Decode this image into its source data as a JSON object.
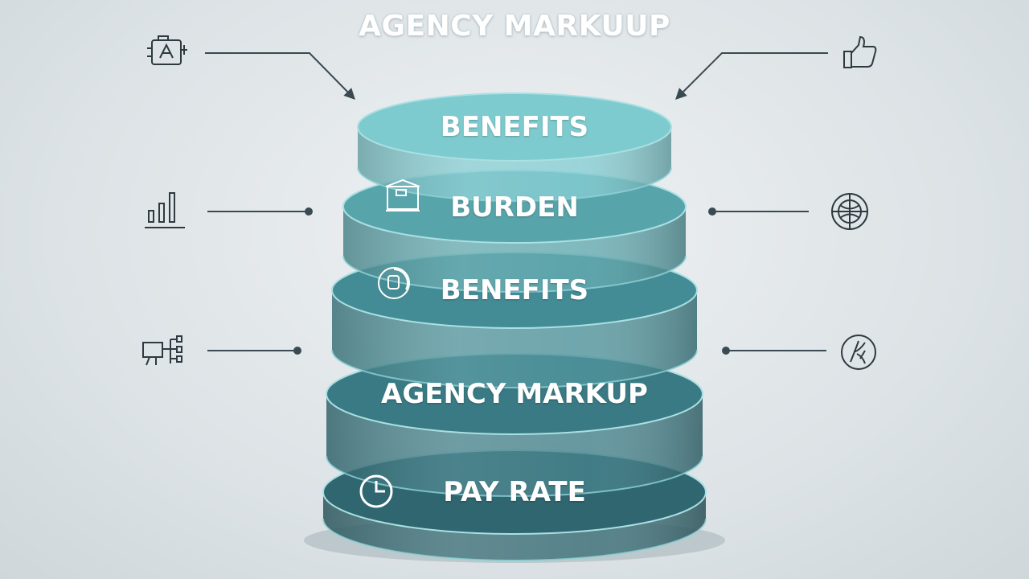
{
  "diagram": {
    "title": "AGENCY MARKUUP",
    "tiers": [
      {
        "label": "BENEFITS",
        "icon": "",
        "color": "#7ecbcf"
      },
      {
        "label": "BURDEN",
        "icon": "building-icon",
        "color": "#58a4ab"
      },
      {
        "label": "BENEFITS",
        "icon": "dial-icon",
        "color": "#448c95"
      },
      {
        "label": "AGENCY MARKUP",
        "icon": "",
        "color": "#3a7a84"
      },
      {
        "label": "PAY RATE",
        "icon": "clock-icon",
        "color": "#2f6670"
      }
    ],
    "side_icons": {
      "left": [
        "engine-icon",
        "bar-chart-icon",
        "monitor-network-icon"
      ],
      "right": [
        "thumbs-up-icon",
        "globe-icon",
        "signature-icon"
      ]
    }
  }
}
